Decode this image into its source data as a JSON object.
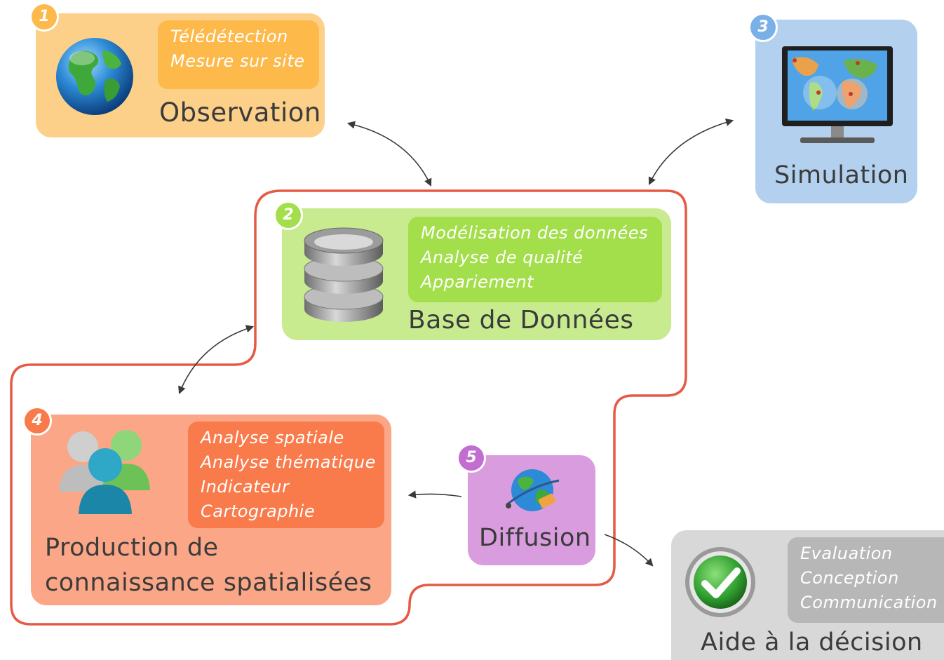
{
  "colors": {
    "observation_box": "#fdd08a",
    "observation_inner": "#fdb94a",
    "simulation_box": "#b3d1ee",
    "database_box": "#c8eb8f",
    "database_inner": "#a3de4b",
    "production_box": "#fba787",
    "production_inner": "#f97a4a",
    "diffusion_box": "#d99ddf",
    "decision_box": "#d8d8d8",
    "decision_inner": "#b7b7b7",
    "outline": "#e55a45",
    "arrows": "#3a3a3a"
  },
  "nodes": {
    "observation": {
      "number": "1",
      "title": "Observation",
      "items": [
        "Télédétection",
        "Mesure sur site"
      ],
      "icon": "globe-icon"
    },
    "database": {
      "number": "2",
      "title": "Base de Données",
      "items": [
        "Modélisation des données",
        "Analyse de qualité",
        "Appariement"
      ],
      "icon": "database-icon"
    },
    "simulation": {
      "number": "3",
      "title": "Simulation",
      "icon": "monitor-map-icon"
    },
    "production": {
      "number": "4",
      "title_lines": [
        "Production de",
        "connaissance spatialisées"
      ],
      "items": [
        "Analyse spatiale",
        "Analyse thématique",
        "Indicateur",
        "Cartographie"
      ],
      "icon": "users-icon"
    },
    "diffusion": {
      "number": "5",
      "title": "Diffusion",
      "icon": "globe-network-icon"
    },
    "decision": {
      "title": "Aide à la décision",
      "items": [
        "Evaluation",
        "Conception",
        "Communication"
      ],
      "icon": "checkmark-icon"
    }
  },
  "edges": [
    {
      "from": "observation",
      "to": "database",
      "direction": "both"
    },
    {
      "from": "simulation",
      "to": "database",
      "direction": "both"
    },
    {
      "from": "database",
      "to": "production",
      "direction": "both"
    },
    {
      "from": "diffusion",
      "to": "production",
      "direction": "forward"
    },
    {
      "from": "diffusion",
      "to": "decision",
      "direction": "forward"
    }
  ]
}
